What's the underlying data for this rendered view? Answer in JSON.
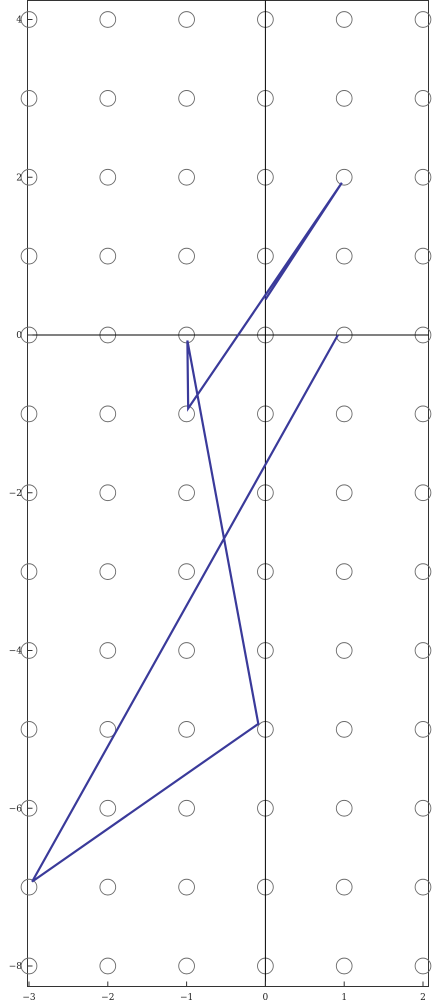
{
  "chart_data": {
    "type": "line",
    "title": "",
    "xlabel": "",
    "ylabel": "",
    "xlim": [
      -3,
      2
    ],
    "ylim": [
      -8,
      4
    ],
    "x_ticks": [
      -3,
      -2,
      -1,
      0,
      1,
      2
    ],
    "y_ticks": [
      -8,
      -6,
      -4,
      -2,
      0,
      2,
      4
    ],
    "x_tick_labels": [
      "−3",
      "−2",
      "−1",
      "0",
      "1",
      "2"
    ],
    "y_tick_labels": [
      "−8",
      "−6",
      "−4",
      "−2",
      "0",
      "2",
      "4"
    ],
    "grid": false,
    "colors": {
      "path": "#3a3a9a",
      "circles": "#6a6a6a",
      "axes": "#000000",
      "frame": "#333333"
    },
    "circle_lattice": {
      "x": [
        -3,
        -2,
        -1,
        0,
        1,
        2
      ],
      "y": [
        4,
        3,
        2,
        1,
        0,
        -1,
        -2,
        -3,
        -4,
        -5,
        -6,
        -7,
        -8
      ],
      "radius": 0.1
    },
    "series": [
      {
        "points": [
          {
            "x": 0.0,
            "y": 0.45
          },
          {
            "x": 0.97,
            "y": 1.93
          },
          {
            "x": -0.98,
            "y": -0.93
          },
          {
            "x": -0.99,
            "y": -0.07
          },
          {
            "x": -0.09,
            "y": -4.93
          },
          {
            "x": -2.96,
            "y": -6.93
          },
          {
            "x": 0.92,
            "y": 0.0
          }
        ]
      }
    ]
  }
}
